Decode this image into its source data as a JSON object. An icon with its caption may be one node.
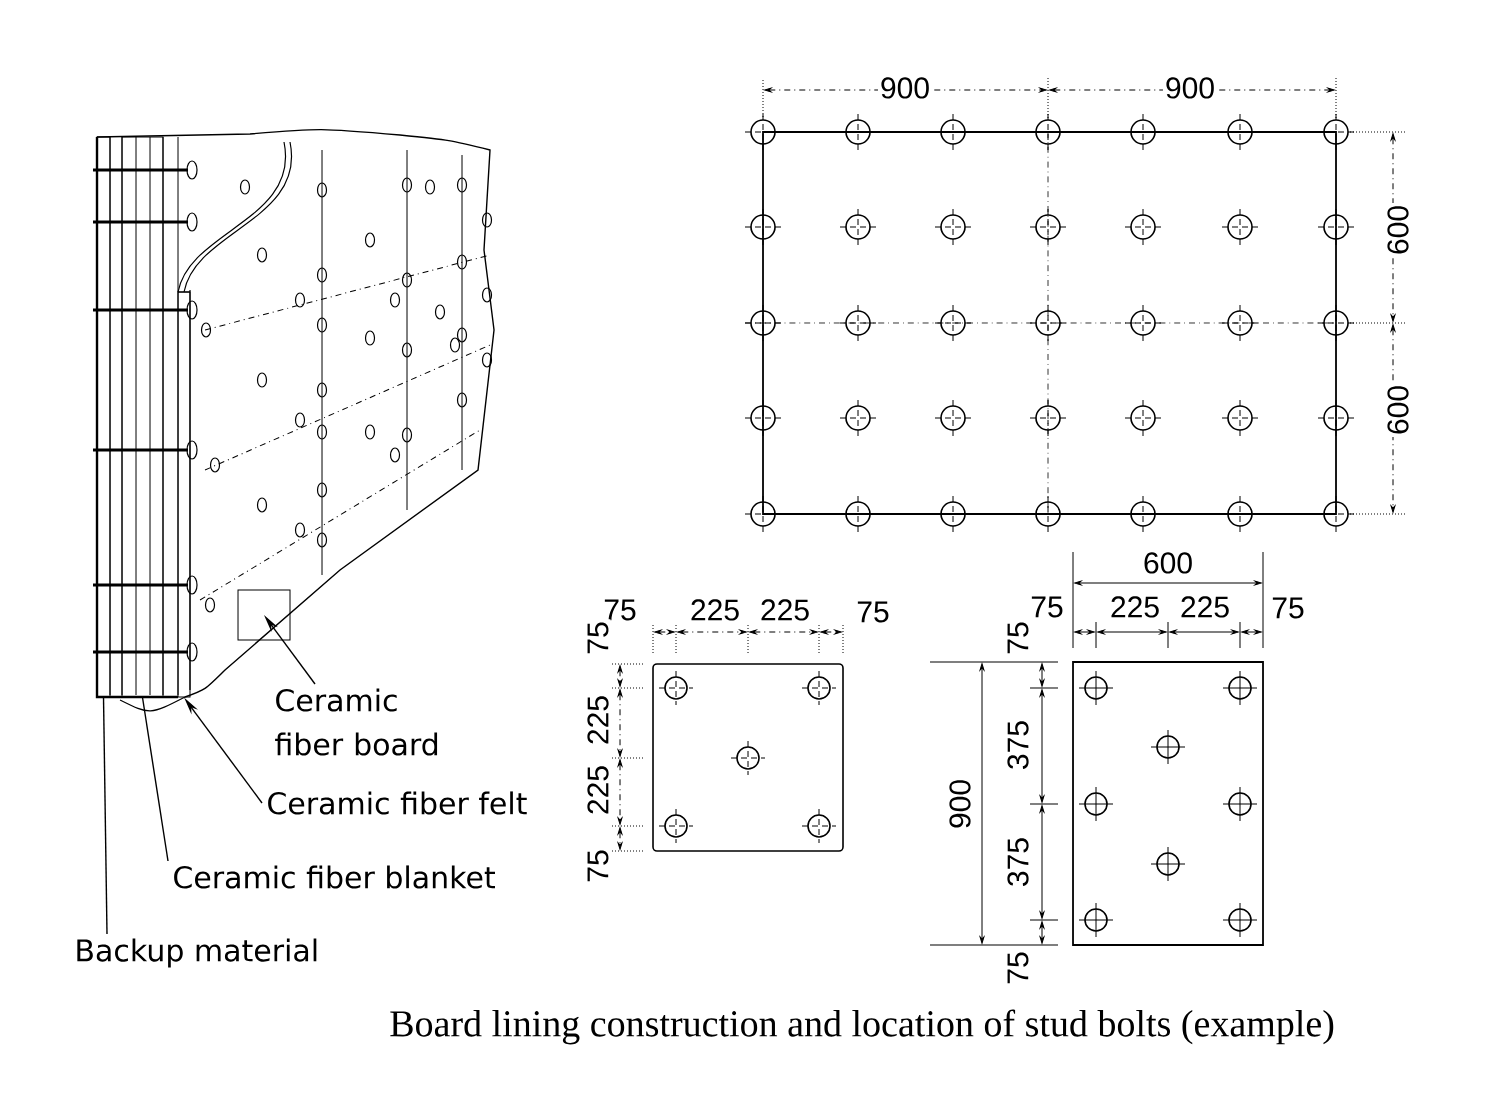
{
  "diagram": {
    "caption": "Board lining construction and location of stud bolts (example)",
    "nodes": [
      {
        "text": [
          "Ceramic fiber board"
        ]
      },
      {
        "text": [
          "Ceramic fiber felt"
        ]
      },
      {
        "text": [
          "Ceramic fiber blanket"
        ]
      },
      {
        "text": [
          "Backup material"
        ]
      },
      {
        "text": [],
        "shape": "box"
      },
      {
        "text": [],
        "shape": "box"
      },
      {
        "text": [],
        "shape": "box"
      },
      {
        "text": [],
        "shape": "box"
      }
    ],
    "edges": [
      {
        "from": 0,
        "to": 7,
        "arrow": "to"
      },
      {
        "from": 1,
        "to": 6,
        "arrow": "to"
      },
      {
        "from": 2,
        "to": 5,
        "arrow": "none"
      },
      {
        "from": 3,
        "to": 4,
        "arrow": "none"
      }
    ],
    "labels": [
      "900",
      "900",
      "600",
      "600",
      "75",
      "225",
      "225",
      "75",
      "75",
      "225",
      "225",
      "75",
      "600",
      "75",
      "225",
      "225",
      "75",
      "75",
      "900",
      "375",
      "375",
      "75"
    ]
  }
}
